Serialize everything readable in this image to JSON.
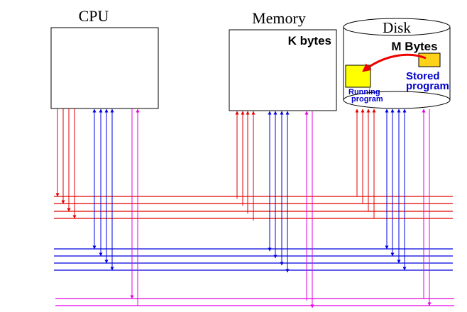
{
  "cpu": {
    "label": "CPU"
  },
  "memory": {
    "label": "Memory",
    "capacity": "K bytes"
  },
  "disk": {
    "label": "Disk",
    "capacity": "M Bytes",
    "stored_program": [
      "Stored",
      "program"
    ],
    "running_program": [
      "Running",
      "program"
    ]
  },
  "colors": {
    "address_bus": "#e00000",
    "data_bus": "#0000e0",
    "control_bus": "#e000e0",
    "program_box": "#ffd21a",
    "running_box": "#ffff00",
    "transfer_arrow": "#ee0000",
    "label_blue": "#0000cc"
  },
  "bus_groups": [
    "address_bus",
    "data_bus",
    "control_bus"
  ]
}
